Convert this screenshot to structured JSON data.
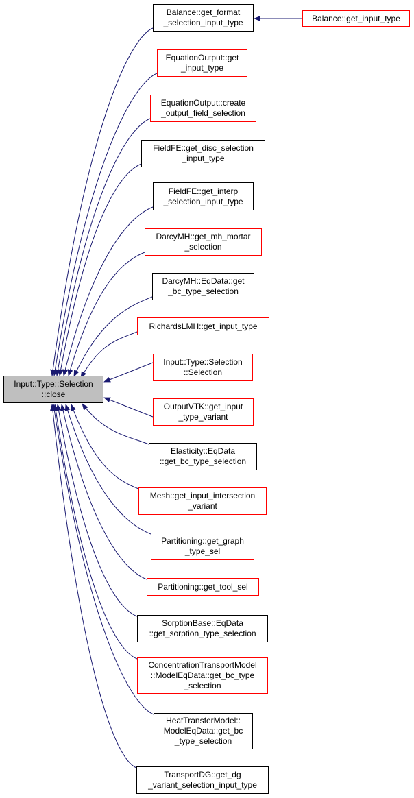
{
  "graph": {
    "main": {
      "lines": [
        "Input::Type::Selection",
        "::close"
      ],
      "fill": "#bfbfbf"
    },
    "edge_color": "#191970",
    "nodes": [
      {
        "id": "balance-format",
        "lines": [
          "Balance::get_format",
          "_selection_input_type"
        ],
        "border": "#000000"
      },
      {
        "id": "balance-input",
        "lines": [
          "Balance::get_input_type"
        ],
        "border": "#ff0000"
      },
      {
        "id": "eqout-get",
        "lines": [
          "EquationOutput::get",
          "_input_type"
        ],
        "border": "#ff0000"
      },
      {
        "id": "eqout-create",
        "lines": [
          "EquationOutput::create",
          "_output_field_selection"
        ],
        "border": "#ff0000"
      },
      {
        "id": "fieldfe-disc",
        "lines": [
          "FieldFE::get_disc_selection",
          "_input_type"
        ],
        "border": "#000000"
      },
      {
        "id": "fieldfe-interp",
        "lines": [
          "FieldFE::get_interp",
          "_selection_input_type"
        ],
        "border": "#000000"
      },
      {
        "id": "darcy-mortar",
        "lines": [
          "DarcyMH::get_mh_mortar",
          "_selection"
        ],
        "border": "#ff0000"
      },
      {
        "id": "darcy-eqdata",
        "lines": [
          "DarcyMH::EqData::get",
          "_bc_type_selection"
        ],
        "border": "#000000"
      },
      {
        "id": "richards",
        "lines": [
          "RichardsLMH::get_input_type"
        ],
        "border": "#ff0000"
      },
      {
        "id": "selection-ctor",
        "lines": [
          "Input::Type::Selection",
          "::Selection"
        ],
        "border": "#ff0000"
      },
      {
        "id": "outputvtk",
        "lines": [
          "OutputVTK::get_input",
          "_type_variant"
        ],
        "border": "#ff0000"
      },
      {
        "id": "elasticity",
        "lines": [
          "Elasticity::EqData",
          "::get_bc_type_selection"
        ],
        "border": "#000000"
      },
      {
        "id": "mesh",
        "lines": [
          "Mesh::get_input_intersection",
          "_variant"
        ],
        "border": "#ff0000"
      },
      {
        "id": "partition-graph",
        "lines": [
          "Partitioning::get_graph",
          "_type_sel"
        ],
        "border": "#ff0000"
      },
      {
        "id": "partition-tool",
        "lines": [
          "Partitioning::get_tool_sel"
        ],
        "border": "#ff0000"
      },
      {
        "id": "sorption",
        "lines": [
          "SorptionBase::EqData",
          "::get_sorption_type_selection"
        ],
        "border": "#000000"
      },
      {
        "id": "concentration",
        "lines": [
          "ConcentrationTransportModel",
          "::ModelEqData::get_bc_type",
          "_selection"
        ],
        "border": "#ff0000"
      },
      {
        "id": "heat",
        "lines": [
          "HeatTransferModel::",
          "ModelEqData::get_bc",
          "_type_selection"
        ],
        "border": "#000000"
      },
      {
        "id": "transportdg",
        "lines": [
          "TransportDG::get_dg",
          "_variant_selection_input_type"
        ],
        "border": "#000000"
      }
    ]
  }
}
